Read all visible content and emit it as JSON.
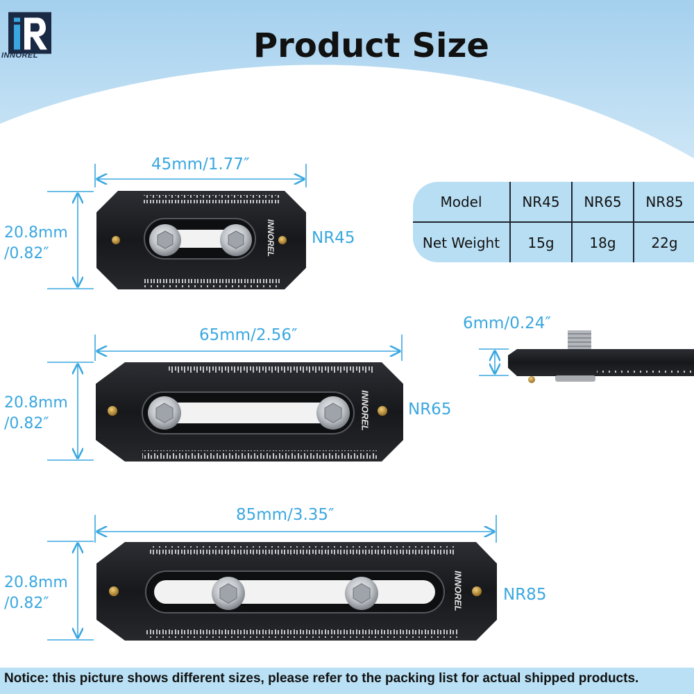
{
  "brand": {
    "logo_mark": "iR",
    "name": "INNOREL"
  },
  "title": "Product Size",
  "plates": [
    {
      "model": "NR45",
      "length": "45mm/1.77″",
      "height_line1": "20.8mm",
      "height_line2": "/0.82″",
      "engraving": "INNOREL"
    },
    {
      "model": "NR65",
      "length": "65mm/2.56″",
      "height_line1": "20.8mm",
      "height_line2": "/0.82″",
      "engraving": "INNOREL"
    },
    {
      "model": "NR85",
      "length": "85mm/3.35″",
      "height_line1": "20.8mm",
      "height_line2": "/0.82″",
      "engraving": "INNOREL"
    }
  ],
  "thickness": "6mm/0.24″",
  "spec_table": {
    "row_labels": [
      "Model",
      "Net Weight"
    ],
    "columns": [
      {
        "model": "NR45",
        "weight": "15g"
      },
      {
        "model": "NR65",
        "weight": "18g"
      },
      {
        "model": "NR85",
        "weight": "22g"
      }
    ]
  },
  "notice": "Notice: this picture shows different sizes, please refer to the packing list for actual shipped products.",
  "colors": {
    "accent": "#3aa7e0",
    "header_blue": "#a9d3ee",
    "table_bg": "#b8def3",
    "plate": "#1c1d20",
    "brass": "#c99a3e"
  }
}
